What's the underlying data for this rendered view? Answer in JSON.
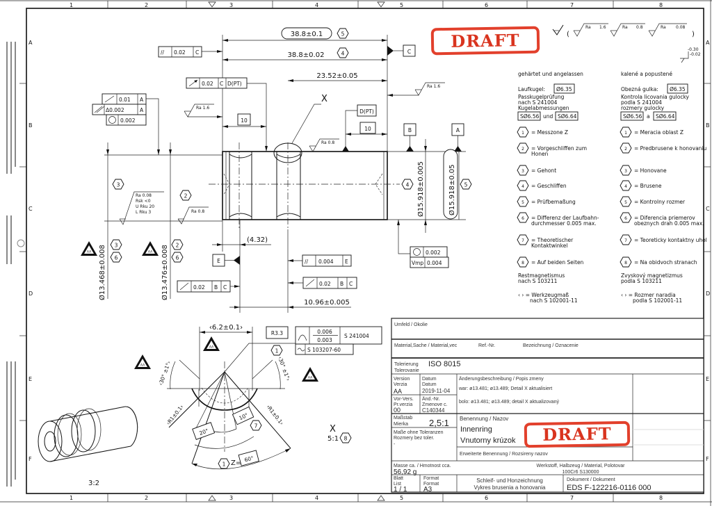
{
  "grid": {
    "columns": [
      "1",
      "2",
      "3",
      "4",
      "5",
      "6",
      "7",
      "8"
    ],
    "rows": [
      "A",
      "B",
      "C",
      "D",
      "E",
      "F"
    ]
  },
  "stamps": {
    "draft": "DRAFT"
  },
  "surface": {
    "ra": "Ra",
    "general": [
      "1.6",
      "0.8",
      "0.08"
    ],
    "edge_upper": "-0.30",
    "edge_lower": "-0.02"
  },
  "dims": {
    "length_check": "38.8±0.1",
    "length": "38.8±0.02",
    "groove_pos": "23.52±0.05",
    "ten_left": "10",
    "ten_right": "10",
    "ref_432": "(4.32)",
    "groove_dist": "10.96±0.005",
    "dia_1": "Ø13.468±0.008",
    "dia_2": "Ø13.476±0.008",
    "dia_3": "Ø15.918±0.005",
    "dia_4": "Ø15.918±0.05",
    "label_x": "X"
  },
  "fcf": {
    "parallel_top": {
      "sym": "//",
      "tol": "0.02",
      "datum": "C"
    },
    "runout_top": {
      "tol": "0.02",
      "d1": "C",
      "d2": "D(PT)"
    },
    "runout_a": {
      "tol": "0.01",
      "datum": "A"
    },
    "runout_delta": {
      "tol": "Δ0.002",
      "datum": "A"
    },
    "round_left": {
      "tol": "0.002"
    },
    "parallel_e": {
      "sym": "//",
      "tol": "0.004",
      "datum": "E"
    },
    "runout_bc_left": {
      "tol": "0.02",
      "d1": "B",
      "d2": "C"
    },
    "runout_bc_right": {
      "tol": "0.02",
      "d1": "B",
      "d2": "C"
    },
    "round_right": {
      "tol": "0.002",
      "vmp_label": "Vmp",
      "vmp": "0.004"
    }
  },
  "datums": {
    "a": "A",
    "b": "B",
    "c": "C",
    "e": "E",
    "dpt": "D(PT)"
  },
  "callouts": {
    "c1": "1",
    "c2": "2",
    "c3": "3",
    "c4": "4",
    "c5": "5",
    "c6": "6",
    "c7": "7",
    "c8": "8"
  },
  "roughness": {
    "ra_016": "Ra  1.6",
    "ra_08": "Ra  0.8",
    "honed": [
      "Ra  0.08",
      "Rsk  <0",
      "U Rku  20",
      "L Rku  3"
    ],
    "aa": "AA"
  },
  "detail": {
    "width": "‹6.2±0.1›",
    "radius": "R3.3",
    "profile_upper": "0.006",
    "profile_lower": "0.003",
    "profile_std": "S 241004",
    "wave_std": "S 103207-60",
    "angle_left": "‹30° ±1°›",
    "angle_right": "‹30° ±1°›",
    "r_left": "‹R1±0.1›",
    "r_right": "‹R1±0.1›",
    "a20": "20°",
    "a10": "10°",
    "zone": "Z=",
    "a60": "60°",
    "title": "X",
    "scale": "5:1"
  },
  "iso_view": {
    "scale": "3:2"
  },
  "notes": {
    "de": {
      "header": "gehärtet und angelassen",
      "ball_label": "Laufkugel:",
      "ball": "Ø6.35",
      "l1": "Passkugelprüfung",
      "l2": "nach S 241004",
      "l3": "Kugelabmessungen",
      "b1": "SØ6.56",
      "join": "und",
      "b2": "SØ6.64",
      "items": [
        {
          "n": "1",
          "t": [
            "= Messzone Z"
          ]
        },
        {
          "n": "2",
          "t": [
            "= Vorgeschliffen zum",
            "Honen"
          ]
        },
        {
          "n": "3",
          "t": [
            "= Gehont"
          ]
        },
        {
          "n": "4",
          "t": [
            "= Geschliffen"
          ]
        },
        {
          "n": "5",
          "t": [
            "= Prüfbemaßung"
          ]
        },
        {
          "n": "6",
          "t": [
            "= Differenz der Laufbahn-",
            "durchmesser 0.005 max."
          ]
        },
        {
          "n": "7",
          "t": [
            "= Theoretischer",
            "Kontaktwinkel"
          ]
        },
        {
          "n": "8",
          "t": [
            "= Auf beiden Seiten"
          ]
        }
      ],
      "mag1": "Restmagnetismus",
      "mag2": "nach S 103211",
      "tool1": "‹ › = Werkzeugmaß",
      "tool2": "nach S 102001-11"
    },
    "sk": {
      "header": "kalené a popustené",
      "ball_label": "Obezná gulka:",
      "ball": "Ø6.35",
      "l1": "Kontrola licovania gulocky",
      "l2": "podla S 241004",
      "l3": "rozmery gulocky",
      "b1": "SØ6.56",
      "join": "a",
      "b2": "SØ6.64",
      "items": [
        {
          "n": "1",
          "t": [
            "= Meracia oblast Z"
          ]
        },
        {
          "n": "2",
          "t": [
            "= Predbrusene k honovaniu"
          ]
        },
        {
          "n": "3",
          "t": [
            "= Honovane"
          ]
        },
        {
          "n": "4",
          "t": [
            "= Brusene"
          ]
        },
        {
          "n": "5",
          "t": [
            "= Kontrolny rozmer"
          ]
        },
        {
          "n": "6",
          "t": [
            "= Diferencia priemerov",
            "obeznych drah 0.005 max."
          ]
        },
        {
          "n": "7",
          "t": [
            "= Teoreticky kontaktny uhol"
          ]
        },
        {
          "n": "8",
          "t": [
            "= Na obidvoch stranach"
          ]
        }
      ],
      "mag1": "Zvyskový magnetizmus",
      "mag2": "podla S 103211",
      "tool1": "‹ › = Rozmer naradia",
      "tool2": "podla S 102001-11"
    }
  },
  "title_block": {
    "umfeld": "Umfeld / Okolie",
    "material": "Material,Sache / Material,vec",
    "ref": "Ref.-Nr.",
    "bezeichnung": "Bezeichnung / Oznacenie",
    "tol_de": "Tolerierung",
    "tol_sk": "Tolerovanie",
    "tol_value": "ISO 8015",
    "version_de": "Version",
    "version_sk": "Verzia",
    "version": "AA",
    "datum_de": "Datum",
    "datum_sk": "Datum",
    "datum": "2019-11-04",
    "change_label": "Änderungsbeschreibung / Popis zmeny",
    "change_de": "war: ø13.481; ø13.489; Detail X aktualisiert",
    "change_sk": "bolo: ø13.481; ø13.489; detail X aktualizovaný",
    "prev_de": "Vor-Vers.",
    "prev_sk": "Pr.verzia",
    "prev": "00",
    "chg_de": "Änd.-Nr.",
    "chg_sk": "Zmenove c.",
    "chg": "C140344",
    "scale_de": "Maßstab",
    "scale_sk": "Mierka",
    "scale": "2,5:1",
    "untol_de": "Maße ohne Toleranzen",
    "untol_sk": "Rozmery bez toler.",
    "untol": "-",
    "name_label": "Benennung / Nazov",
    "name_de": "Innenring",
    "name_sk": "Vnutorny krúzok",
    "ext_name": "Erweiterte Benennung / Rozsireny nazov",
    "mass_label": "Masse ca. / Hmotnost cca.",
    "mass": "56,92 g",
    "werkstoff_label": "Werkstoff, Halbzeug / Material, Polotovar",
    "werkstoff": "100Cr6 S130000",
    "sheet_de": "Blatt",
    "sheet_sk": "List",
    "sheet": "1 / 1",
    "format_de": "Format",
    "format_sk": "Format",
    "format": "A3",
    "type_de": "Schleif- und Honzeichnung",
    "type_sk": "Vykres brusenia a honovania",
    "doc_label": "Dokument / Dokument",
    "doc": "EDS F-122216-0116 000"
  }
}
